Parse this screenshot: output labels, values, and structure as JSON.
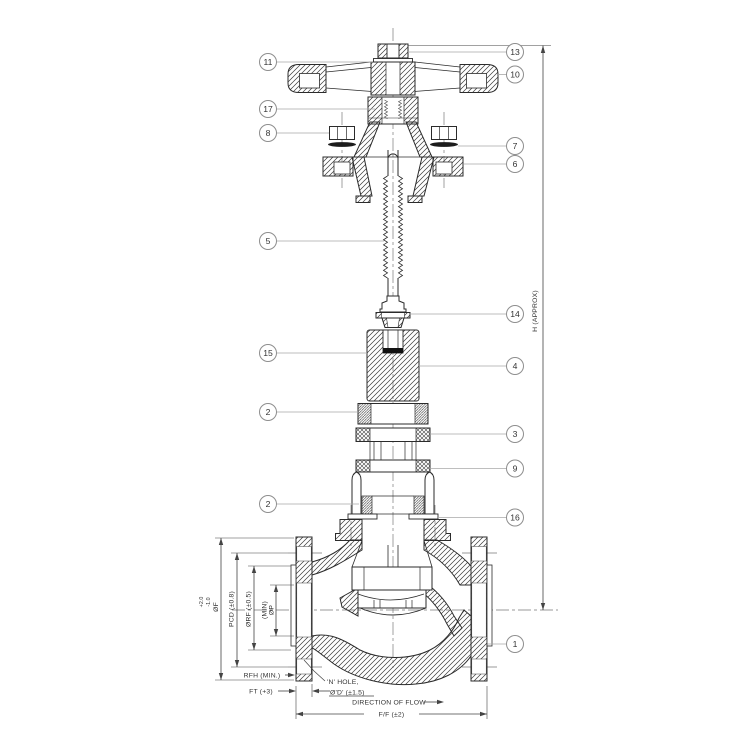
{
  "page": {
    "background": "#ffffff"
  },
  "colors": {
    "line": "#2b2b2b",
    "hatch": "#3a3a3a",
    "centerline": "#7a7a7a",
    "callout_ring": "#8e8e8e",
    "leader": "#a8a8a8",
    "dimension": "#444444",
    "text": "#333333",
    "seal_fill": "#111111",
    "washer_fill": "#1c1c1c"
  },
  "callouts": [
    "13",
    "11",
    "10",
    "17",
    "8",
    "7",
    "6",
    "5",
    "14",
    "15",
    "4",
    "2",
    "3",
    "9",
    "2",
    "16",
    "1"
  ],
  "dims": {
    "h_approx": "H (APPROX)",
    "ff": "F/F (±2)",
    "direction_of_flow": "DIRECTION OF FLOW",
    "dia_f": "ØF",
    "tol_plus": "+2.0",
    "tol_minus": "-1.0",
    "pcd": "PCD (±0.8)",
    "dia_rf": "ØRF (±0.5)",
    "min": "(MIN)",
    "dia_p": "ØP",
    "rfh": "RFH (MIN.)",
    "ft": "FT (+3)",
    "n_hole": "'N' HOLE,",
    "d_hole": "Ø'D' (±1.5)"
  }
}
